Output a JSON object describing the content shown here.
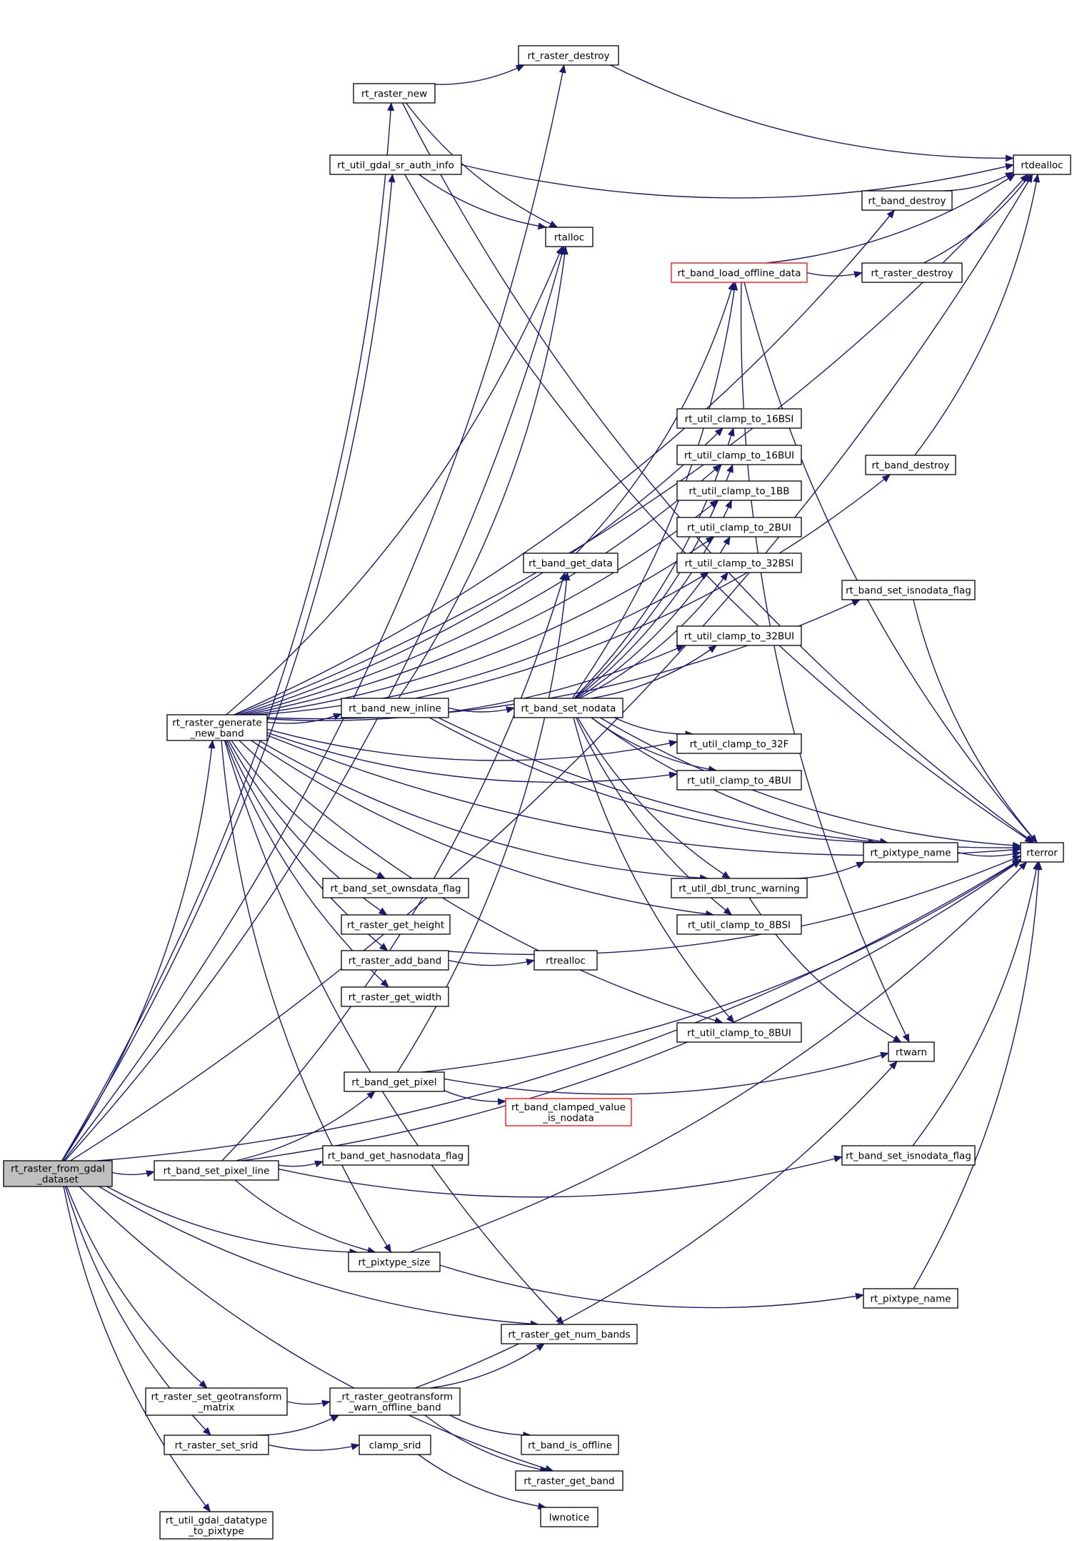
{
  "nodes": {
    "root": [
      "rt_raster_from_gdal",
      "_dataset"
    ],
    "rt_raster_destroy_a": [
      "rt_raster_destroy"
    ],
    "rt_raster_new": [
      "rt_raster_new"
    ],
    "rt_util_gdal_sr_auth_info": [
      "rt_util_gdal_sr_auth_info"
    ],
    "rtdealloc": [
      "rtdealloc"
    ],
    "rt_band_destroy_a": [
      "rt_band_destroy"
    ],
    "rtalloc": [
      "rtalloc"
    ],
    "rt_band_load_offline_data": [
      "rt_band_load_offline_data"
    ],
    "rt_raster_destroy_b": [
      "rt_raster_destroy"
    ],
    "rt_util_clamp_to_16BSI": [
      "rt_util_clamp_to_16BSI"
    ],
    "rt_util_clamp_to_16BUI": [
      "rt_util_clamp_to_16BUI"
    ],
    "rt_band_destroy_b": [
      "rt_band_destroy"
    ],
    "rt_util_clamp_to_1BB": [
      "rt_util_clamp_to_1BB"
    ],
    "rt_util_clamp_to_2BUI": [
      "rt_util_clamp_to_2BUI"
    ],
    "rt_band_get_data": [
      "rt_band_get_data"
    ],
    "rt_util_clamp_to_32BSI": [
      "rt_util_clamp_to_32BSI"
    ],
    "rt_band_set_isnodata_flag_a": [
      "rt_band_set_isnodata_flag"
    ],
    "rt_util_clamp_to_32BUI": [
      "rt_util_clamp_to_32BUI"
    ],
    "rt_raster_generate_new_band": [
      "rt_raster_generate",
      "_new_band"
    ],
    "rt_band_new_inline": [
      "rt_band_new_inline"
    ],
    "rt_band_set_nodata": [
      "rt_band_set_nodata"
    ],
    "rt_util_clamp_to_32F": [
      "rt_util_clamp_to_32F"
    ],
    "rt_util_clamp_to_4BUI": [
      "rt_util_clamp_to_4BUI"
    ],
    "rt_pixtype_name_a": [
      "rt_pixtype_name"
    ],
    "rterror": [
      "rterror"
    ],
    "rt_band_set_ownsdata_flag": [
      "rt_band_set_ownsdata_flag"
    ],
    "rt_util_dbl_trunc_warning": [
      "rt_util_dbl_trunc_warning"
    ],
    "rt_raster_get_height": [
      "rt_raster_get_height"
    ],
    "rt_util_clamp_to_8BSI": [
      "rt_util_clamp_to_8BSI"
    ],
    "rt_raster_add_band": [
      "rt_raster_add_band"
    ],
    "rtrealloc": [
      "rtrealloc"
    ],
    "rt_raster_get_width": [
      "rt_raster_get_width"
    ],
    "rt_util_clamp_to_8BUI": [
      "rt_util_clamp_to_8BUI"
    ],
    "rtwarn": [
      "rtwarn"
    ],
    "rt_band_get_pixel": [
      "rt_band_get_pixel"
    ],
    "rt_band_clamped_value_is_nodata": [
      "rt_band_clamped_value",
      "_is_nodata"
    ],
    "rt_band_set_pixel_line": [
      "rt_band_set_pixel_line"
    ],
    "rt_band_get_hasnodata_flag": [
      "rt_band_get_hasnodata_flag"
    ],
    "rt_band_set_isnodata_flag_b": [
      "rt_band_set_isnodata_flag"
    ],
    "rt_pixtype_size": [
      "rt_pixtype_size"
    ],
    "rt_pixtype_name_b": [
      "rt_pixtype_name"
    ],
    "rt_raster_get_num_bands": [
      "rt_raster_get_num_bands"
    ],
    "rt_raster_set_geotransform_matrix": [
      "rt_raster_set_geotransform",
      "_matrix"
    ],
    "_rt_raster_geotransform_warn_offline_band": [
      "_rt_raster_geotransform",
      "_warn_offline_band"
    ],
    "rt_raster_set_srid": [
      "rt_raster_set_srid"
    ],
    "clamp_srid": [
      "clamp_srid"
    ],
    "rt_band_is_offline": [
      "rt_band_is_offline"
    ],
    "rt_raster_get_band": [
      "rt_raster_get_band"
    ],
    "lwnotice": [
      "lwnotice"
    ],
    "rt_util_gdal_datatype_to_pixtype": [
      "rt_util_gdal_datatype",
      "_to_pixtype"
    ]
  },
  "edges": [
    [
      "root",
      "rt_raster_destroy_a"
    ],
    [
      "root",
      "rt_raster_new"
    ],
    [
      "root",
      "rt_util_gdal_sr_auth_info"
    ],
    [
      "root",
      "rtdealloc"
    ],
    [
      "root",
      "rtalloc"
    ],
    [
      "root",
      "rt_raster_generate_new_band"
    ],
    [
      "root",
      "rt_band_set_pixel_line"
    ],
    [
      "root",
      "rt_pixtype_size"
    ],
    [
      "root",
      "rt_raster_get_num_bands"
    ],
    [
      "root",
      "rterror"
    ],
    [
      "root",
      "rt_raster_set_geotransform_matrix"
    ],
    [
      "root",
      "rt_raster_set_srid"
    ],
    [
      "root",
      "rt_raster_get_band"
    ],
    [
      "root",
      "rt_util_gdal_datatype_to_pixtype"
    ],
    [
      "rt_raster_new",
      "rt_raster_destroy_a"
    ],
    [
      "rt_raster_new",
      "rtalloc"
    ],
    [
      "rt_raster_new",
      "rterror"
    ],
    [
      "rt_raster_destroy_a",
      "rtdealloc"
    ],
    [
      "rt_util_gdal_sr_auth_info",
      "rtdealloc"
    ],
    [
      "rt_util_gdal_sr_auth_info",
      "rtalloc"
    ],
    [
      "rt_util_gdal_sr_auth_info",
      "rterror"
    ],
    [
      "rt_band_destroy_a",
      "rtdealloc"
    ],
    [
      "rt_band_load_offline_data",
      "rtdealloc"
    ],
    [
      "rt_band_load_offline_data",
      "rt_raster_destroy_b"
    ],
    [
      "rt_band_load_offline_data",
      "rterror"
    ],
    [
      "rt_band_load_offline_data",
      "rtwarn"
    ],
    [
      "rt_raster_destroy_b",
      "rtdealloc"
    ],
    [
      "rt_band_destroy_b",
      "rtdealloc"
    ],
    [
      "rt_raster_generate_new_band",
      "rtdealloc"
    ],
    [
      "rt_raster_generate_new_band",
      "rt_band_destroy_a"
    ],
    [
      "rt_raster_generate_new_band",
      "rtalloc"
    ],
    [
      "rt_raster_generate_new_band",
      "rt_util_clamp_to_16BSI"
    ],
    [
      "rt_raster_generate_new_band",
      "rt_util_clamp_to_16BUI"
    ],
    [
      "rt_raster_generate_new_band",
      "rt_util_clamp_to_1BB"
    ],
    [
      "rt_raster_generate_new_band",
      "rt_util_clamp_to_2BUI"
    ],
    [
      "rt_raster_generate_new_band",
      "rt_util_clamp_to_32BSI"
    ],
    [
      "rt_raster_generate_new_band",
      "rt_util_clamp_to_32BUI"
    ],
    [
      "rt_raster_generate_new_band",
      "rt_band_set_isnodata_flag_a"
    ],
    [
      "rt_raster_generate_new_band",
      "rterror"
    ],
    [
      "rt_raster_generate_new_band",
      "rt_band_new_inline"
    ],
    [
      "rt_raster_generate_new_band",
      "rt_util_clamp_to_32F"
    ],
    [
      "rt_raster_generate_new_band",
      "rt_util_clamp_to_4BUI"
    ],
    [
      "rt_raster_generate_new_band",
      "rt_util_dbl_trunc_warning"
    ],
    [
      "rt_raster_generate_new_band",
      "rt_band_set_ownsdata_flag"
    ],
    [
      "rt_raster_generate_new_band",
      "rt_raster_get_height"
    ],
    [
      "rt_raster_generate_new_band",
      "rt_util_clamp_to_8BSI"
    ],
    [
      "rt_raster_generate_new_band",
      "rt_raster_add_band"
    ],
    [
      "rt_raster_generate_new_band",
      "rt_raster_get_width"
    ],
    [
      "rt_raster_generate_new_band",
      "rt_util_clamp_to_8BUI"
    ],
    [
      "rt_raster_generate_new_band",
      "rt_pixtype_size"
    ],
    [
      "rt_raster_generate_new_band",
      "rt_raster_get_num_bands"
    ],
    [
      "rt_band_new_inline",
      "rtalloc"
    ],
    [
      "rt_band_new_inline",
      "rt_band_set_nodata"
    ],
    [
      "rt_band_new_inline",
      "rt_band_destroy_b"
    ],
    [
      "rt_band_new_inline",
      "rt_pixtype_name_a"
    ],
    [
      "rt_band_new_inline",
      "rterror"
    ],
    [
      "rt_band_set_nodata",
      "rt_util_clamp_to_16BSI"
    ],
    [
      "rt_band_set_nodata",
      "rt_util_clamp_to_16BUI"
    ],
    [
      "rt_band_set_nodata",
      "rt_util_clamp_to_1BB"
    ],
    [
      "rt_band_set_nodata",
      "rt_util_clamp_to_2BUI"
    ],
    [
      "rt_band_set_nodata",
      "rt_util_clamp_to_32BSI"
    ],
    [
      "rt_band_set_nodata",
      "rt_util_clamp_to_32BUI"
    ],
    [
      "rt_band_set_nodata",
      "rt_band_load_offline_data"
    ],
    [
      "rt_band_set_nodata",
      "rt_util_clamp_to_32F"
    ],
    [
      "rt_band_set_nodata",
      "rt_util_clamp_to_4BUI"
    ],
    [
      "rt_band_set_nodata",
      "rt_pixtype_name_a"
    ],
    [
      "rt_band_set_nodata",
      "rterror"
    ],
    [
      "rt_band_set_nodata",
      "rt_util_dbl_trunc_warning"
    ],
    [
      "rt_band_set_nodata",
      "rt_util_clamp_to_8BSI"
    ],
    [
      "rt_band_set_nodata",
      "rt_util_clamp_to_8BUI"
    ],
    [
      "rt_band_get_data",
      "rt_band_load_offline_data"
    ],
    [
      "rt_band_set_isnodata_flag_a",
      "rterror"
    ],
    [
      "rt_pixtype_name_a",
      "rterror"
    ],
    [
      "rt_util_dbl_trunc_warning",
      "rt_pixtype_name_a"
    ],
    [
      "rt_util_dbl_trunc_warning",
      "rtwarn"
    ],
    [
      "rt_raster_add_band",
      "rtrealloc"
    ],
    [
      "rt_raster_add_band",
      "rterror"
    ],
    [
      "rt_band_set_pixel_line",
      "rt_band_get_data"
    ],
    [
      "rt_band_set_pixel_line",
      "rt_band_get_pixel"
    ],
    [
      "rt_band_set_pixel_line",
      "rt_band_get_hasnodata_flag"
    ],
    [
      "rt_band_set_pixel_line",
      "rt_band_set_isnodata_flag_b"
    ],
    [
      "rt_band_set_pixel_line",
      "rt_pixtype_size"
    ],
    [
      "rt_band_set_pixel_line",
      "rterror"
    ],
    [
      "rt_band_get_pixel",
      "rt_band_get_data"
    ],
    [
      "rt_band_get_pixel",
      "rtwarn"
    ],
    [
      "rt_band_get_pixel",
      "rt_band_clamped_value_is_nodata"
    ],
    [
      "rt_band_get_pixel",
      "rterror"
    ],
    [
      "rt_band_set_isnodata_flag_b",
      "rterror"
    ],
    [
      "rt_pixtype_size",
      "rt_pixtype_name_b"
    ],
    [
      "rt_pixtype_size",
      "rterror"
    ],
    [
      "rt_pixtype_name_b",
      "rterror"
    ],
    [
      "rt_raster_set_geotransform_matrix",
      "_rt_raster_geotransform_warn_offline_band"
    ],
    [
      "rt_raster_set_srid",
      "_rt_raster_geotransform_warn_offline_band"
    ],
    [
      "rt_raster_set_srid",
      "clamp_srid"
    ],
    [
      "_rt_raster_geotransform_warn_offline_band",
      "rt_raster_get_num_bands"
    ],
    [
      "_rt_raster_geotransform_warn_offline_band",
      "rtwarn"
    ],
    [
      "_rt_raster_geotransform_warn_offline_band",
      "rt_band_is_offline"
    ],
    [
      "_rt_raster_geotransform_warn_offline_band",
      "rt_raster_get_band"
    ],
    [
      "clamp_srid",
      "lwnotice"
    ]
  ],
  "colors": {
    "edge": "#191970",
    "root_fill": "#bfbfbf",
    "node_border": "#000000",
    "truncated_border": "#ff0000"
  }
}
